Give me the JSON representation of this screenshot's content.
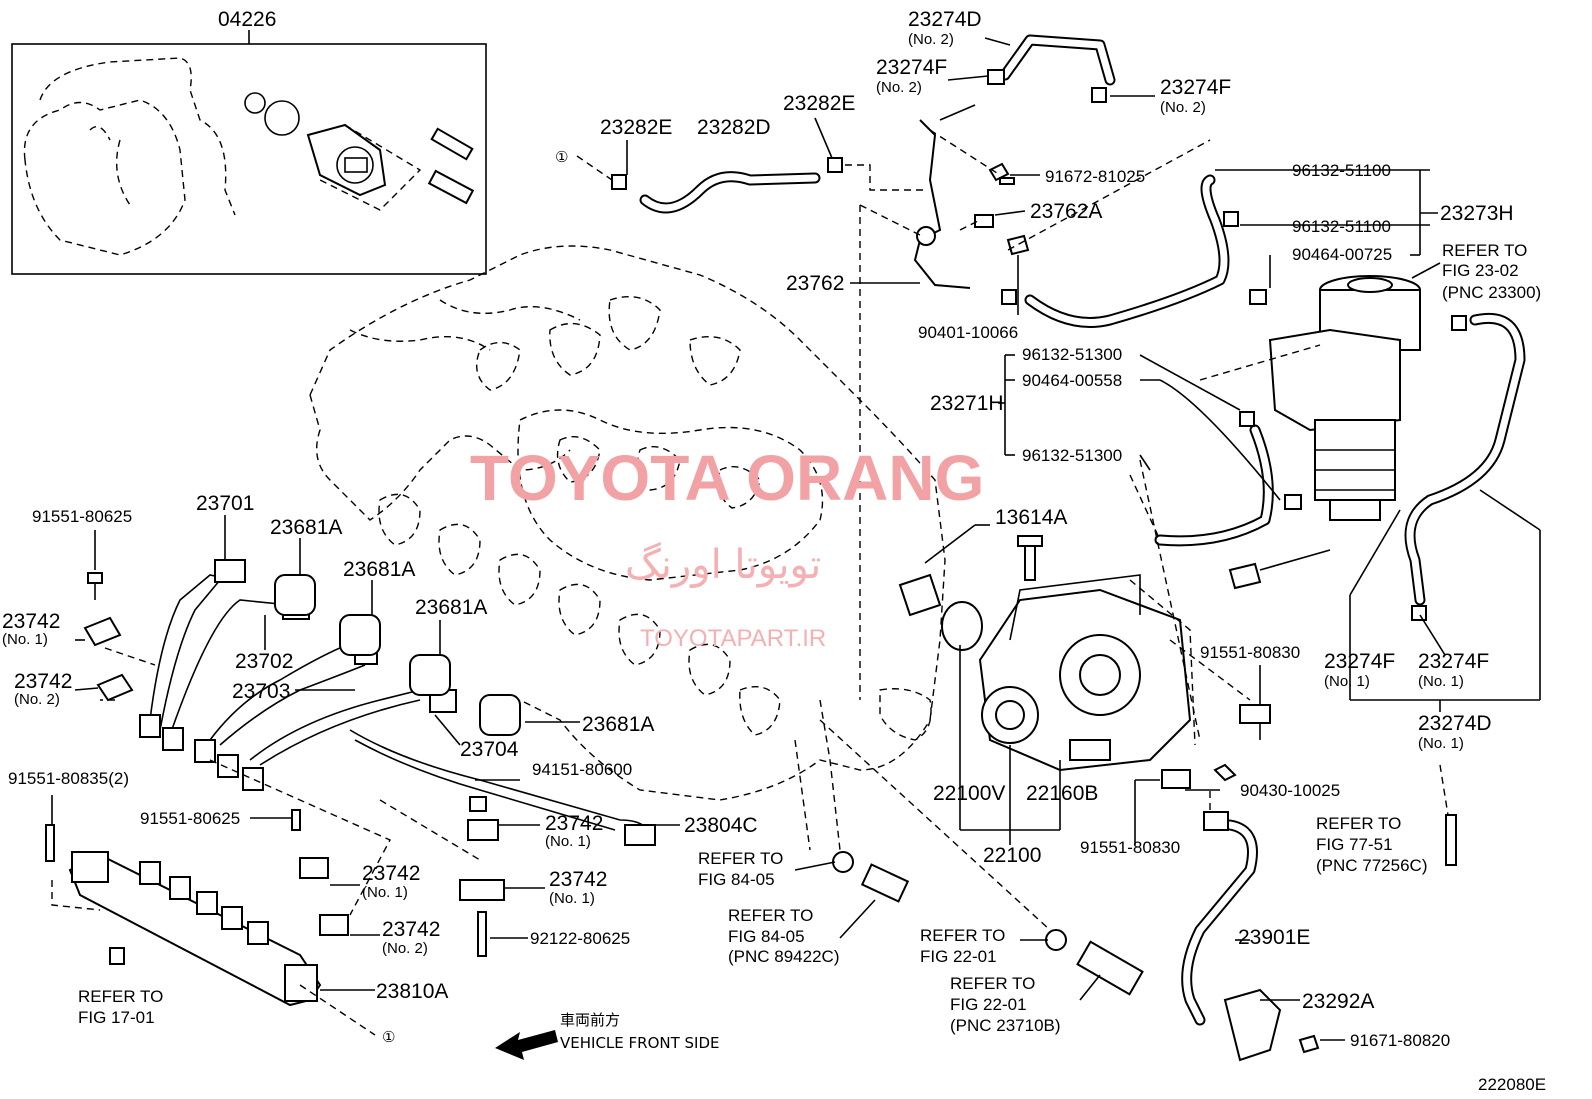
{
  "diagram_id": "222080E",
  "watermark": {
    "line1": "TOYOTA ORANG",
    "line2": "تویوتا اورنگ",
    "line3": "TOYOTAPART.IR"
  },
  "direction": {
    "jp": "車両前方",
    "en": "VEHICLE FRONT SIDE"
  },
  "circle_ref": "①",
  "parts": {
    "p04226": "04226",
    "p23274D_top": "23274D",
    "p23274D_top_sub": "(No. 2)",
    "p23274F_a": "23274F",
    "p23274F_a_sub": "(No. 2)",
    "p23274F_b": "23274F",
    "p23274F_b_sub": "(No. 2)",
    "p23282E_a": "23282E",
    "p23282D": "23282D",
    "p23282E_b": "23282E",
    "p91672": "91672-81025",
    "p23762A": "23762A",
    "p23762": "23762",
    "p90401": "90401-10066",
    "p96132_a": "96132-51100",
    "p96132_b": "96132-51100",
    "p23273H": "23273H",
    "p90464_a": "90464-00725",
    "p96132_c": "96132-51300",
    "p90464_b": "90464-00558",
    "p23271H": "23271H",
    "p96132_d": "96132-51300",
    "p13614A": "13614A",
    "p91551_80625a": "91551-80625",
    "p23701": "23701",
    "p23681A_1": "23681A",
    "p23681A_2": "23681A",
    "p23681A_3": "23681A",
    "p23681A_4": "23681A",
    "p23742_1": "23742",
    "p23742_1_sub": "(No. 1)",
    "p23742_2": "23742",
    "p23742_2_sub": "(No. 2)",
    "p23702": "23702",
    "p23703": "23703",
    "p23704": "23704",
    "p91551_80830a": "91551-80830",
    "p23274F_c": "23274F",
    "p23274F_c_sub": "(No. 1)",
    "p23274F_d": "23274F",
    "p23274F_d_sub": "(No. 1)",
    "p23274D_bot": "23274D",
    "p23274D_bot_sub": "(No. 1)",
    "p91551_80835": "91551-80835(2)",
    "p94151": "94151-80600",
    "p91551_80625b": "91551-80625",
    "p23742_3": "23742",
    "p23742_3_sub": "(No. 1)",
    "p23804C": "23804C",
    "p23742_4": "23742",
    "p23742_4_sub": "(No. 1)",
    "p23742_5": "23742",
    "p23742_5_sub": "(No. 1)",
    "p23742_6": "23742",
    "p23742_6_sub": "(No. 2)",
    "p92122": "92122-80625",
    "p23810A": "23810A",
    "p22100V": "22100V",
    "p22160B": "22160B",
    "p22100": "22100",
    "p90430": "90430-10025",
    "p91551_80830b": "91551-80830",
    "p23901E": "23901E",
    "p23292A": "23292A",
    "p91671": "91671-80820"
  },
  "refs": {
    "r23_02": [
      "REFER TO",
      "FIG 23-02",
      "(PNC 23300)"
    ],
    "r77_51": [
      "REFER TO",
      "FIG 77-51",
      "(PNC 77256C)"
    ],
    "r84_05a": [
      "REFER TO",
      "FIG 84-05"
    ],
    "r84_05b": [
      "REFER TO",
      "FIG 84-05",
      "(PNC 89422C)"
    ],
    "r22_01a": [
      "REFER TO",
      "FIG 22-01"
    ],
    "r22_01b": [
      "REFER TO",
      "FIG 22-01",
      "(PNC 23710B)"
    ],
    "r17_01": [
      "REFER TO",
      "FIG 17-01"
    ]
  }
}
